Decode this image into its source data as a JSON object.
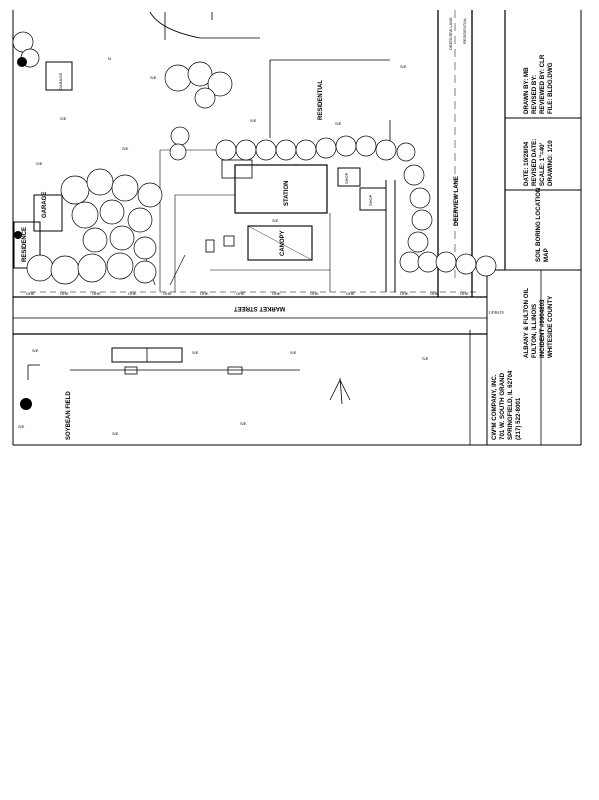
{
  "map_labels": {
    "garage": "GARAGE",
    "garage_small": "GARAGE",
    "residence": "RESIDENCE",
    "residential_1": "RESIDENTIAL",
    "residential_2": "RESIDENTIAL",
    "station": "STATION",
    "canopy": "CANOPY",
    "shop_1": "SHOP",
    "shop_2": "SHOP",
    "deerview_lane_1": "DEERVIEW LANE",
    "deerview_lane_2": "DEERVIEW LANE",
    "market_street": "MARKET STREET",
    "street_stub": "STREET",
    "soybean_field": "SOYBEAN FIELD"
  },
  "title_block": {
    "company": {
      "line1": "CW³M COMPANY, INC.",
      "line2": "701 W. SOUTH GRAND",
      "line3": "SPRINGFIELD, IL 62704",
      "line4": "(217) 522-8001"
    },
    "client": {
      "line1": "ALBANY & FULTON OIL",
      "line2": "FULTON, ILLINOIS",
      "line3": "INCIDENT #9904803",
      "line4": "WHITESIDE COUNTY"
    },
    "map_title": {
      "line1": "SOIL BORING LOCATION",
      "line2": "MAP"
    },
    "dates": {
      "line1": "DATE: 10/28/04",
      "line2": "REVISED DATE:",
      "line3": "SCALE: 1\"=40'",
      "line4": "DRAWING: 1/10"
    },
    "credits": {
      "line1": "DRAWN BY: MB",
      "line2": "REVISED BY:",
      "line3": "REVIEWED BY: CLR",
      "line4": "FILE: BLDG.DWG"
    }
  },
  "colors": {
    "ink": "#000000",
    "paper": "#ffffff"
  }
}
